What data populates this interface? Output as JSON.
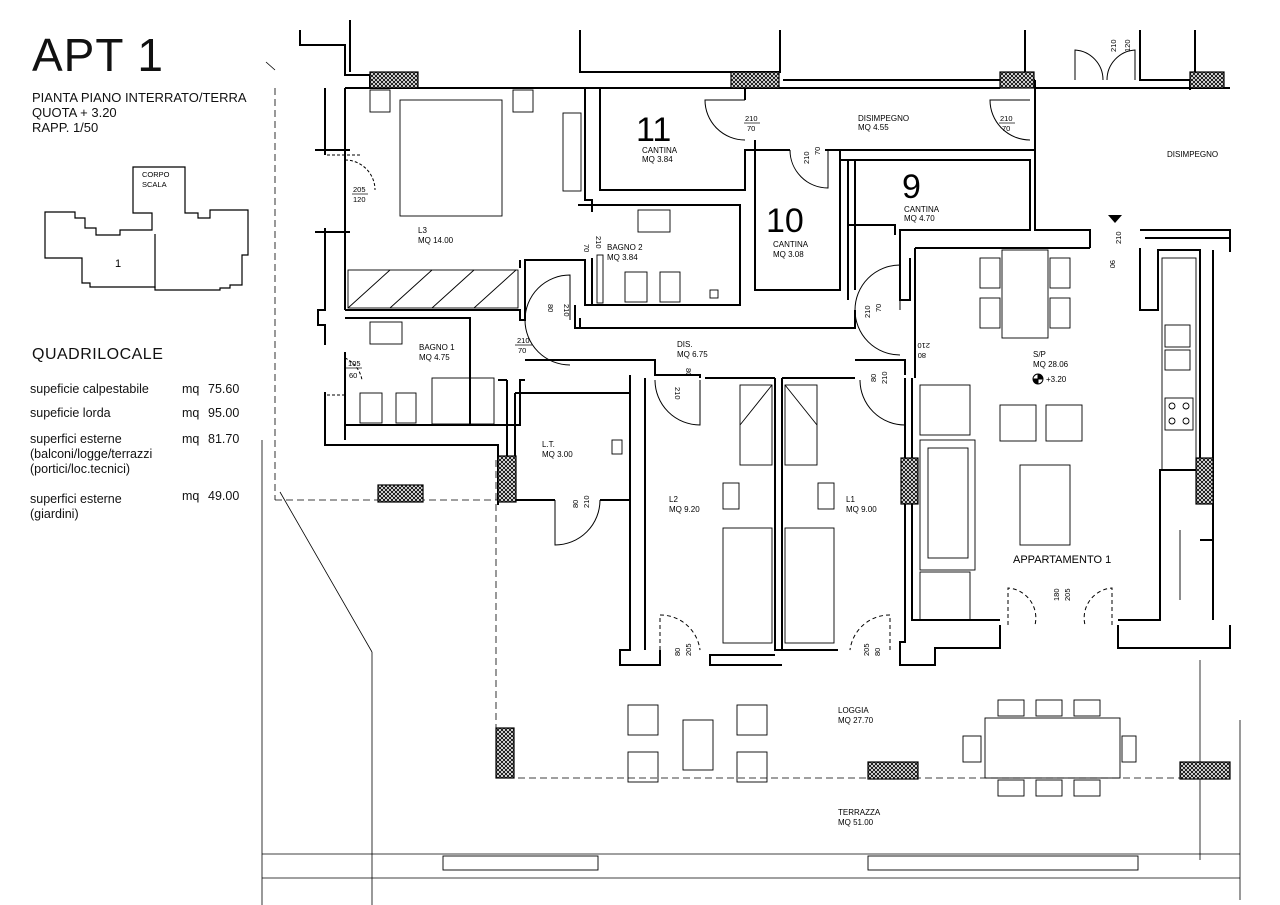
{
  "header": {
    "title": "APT 1",
    "line1": "PIANTA PIANO INTERRATO/TERRA",
    "line2": "QUOTA + 3.20",
    "line3": "RAPP. 1/50"
  },
  "key_plan": {
    "corpo_line1": "CORPO",
    "corpo_line2": "SCALA",
    "unit_number": "1"
  },
  "summary": {
    "type_label": "QUADRILOCALE",
    "rows": [
      {
        "label_lines": [
          "supeficie calpestabile"
        ],
        "unit": "mq",
        "value": "75.60"
      },
      {
        "label_lines": [
          "supeficie lorda"
        ],
        "unit": "mq",
        "value": "95.00"
      },
      {
        "label_lines": [
          "superfici esterne",
          "(balconi/logge/terrazzi",
          "(portici/loc.tecnici)"
        ],
        "unit": "mq",
        "value": "81.70"
      },
      {
        "label_lines": [
          "superfici esterne",
          "(giardini)"
        ],
        "unit": "mq",
        "value": "49.00"
      }
    ]
  },
  "rooms": {
    "l3": {
      "name": "L3",
      "area": "MQ 14.00"
    },
    "cantina11": {
      "number": "11",
      "name": "CANTINA",
      "area": "MQ 3.84"
    },
    "disimpegno_top": {
      "name": "DISIMPEGNO",
      "area": "MQ 4.55"
    },
    "disimpegno_right": {
      "name": "DISIMPEGNO"
    },
    "bagno2": {
      "name": "BAGNO 2",
      "area": "MQ 3.84"
    },
    "cantina10": {
      "number": "10",
      "name": "CANTINA",
      "area": "MQ 3.08"
    },
    "cantina9": {
      "number": "9",
      "name": "CANTINA",
      "area": "MQ 4.70"
    },
    "bagno1": {
      "name": "BAGNO 1",
      "area": "MQ 4.75"
    },
    "dis": {
      "name": "DIS.",
      "area": "MQ 6.75"
    },
    "sp": {
      "name": "S/P",
      "area": "MQ 28.06",
      "level": "+3.20"
    },
    "lt": {
      "name": "L.T.",
      "area": "MQ 3.00"
    },
    "l2": {
      "name": "L2",
      "area": "MQ 9.20"
    },
    "l1": {
      "name": "L1",
      "area": "MQ 9.00"
    },
    "appartamento": {
      "name": "APPARTAMENTO 1"
    },
    "loggia": {
      "name": "LOGGIA",
      "area": "MQ 27.70"
    },
    "terrazza": {
      "name": "TERRAZZA",
      "area": "MQ 51.00"
    }
  },
  "door_dims": {
    "top_double_h": "210",
    "top_double_w": "120",
    "d_cantina11_h": "210",
    "d_cantina11_w": "70",
    "d_dis_top_h": "210",
    "d_dis_top_w": "70",
    "d_c10_h": "210",
    "d_c10_w": "70",
    "l3_win_a": "205",
    "l3_win_b": "120",
    "b2_a": "70",
    "b2_b": "210",
    "d_sp_top_a": "90",
    "d_sp_top_b": "210",
    "l3_door_a": "210",
    "l3_door_b": "80",
    "c9_door_a": "210",
    "c9_door_b": "70",
    "sp_door_a": "210",
    "sp_door_b": "80",
    "b1_door_a": "210",
    "b1_door_b": "70",
    "b1_win_a": "105",
    "b1_win_b": "60",
    "l2_door_a": "210",
    "l2_door_b": "80",
    "l1_door_a": "210",
    "l1_door_b": "80",
    "lt_door_a": "210",
    "lt_door_b": "80",
    "sp_win_a": "180",
    "sp_win_b": "205",
    "l2_win_a": "205",
    "l2_win_b": "80",
    "l1_win_a": "205",
    "l1_win_b": "80"
  }
}
